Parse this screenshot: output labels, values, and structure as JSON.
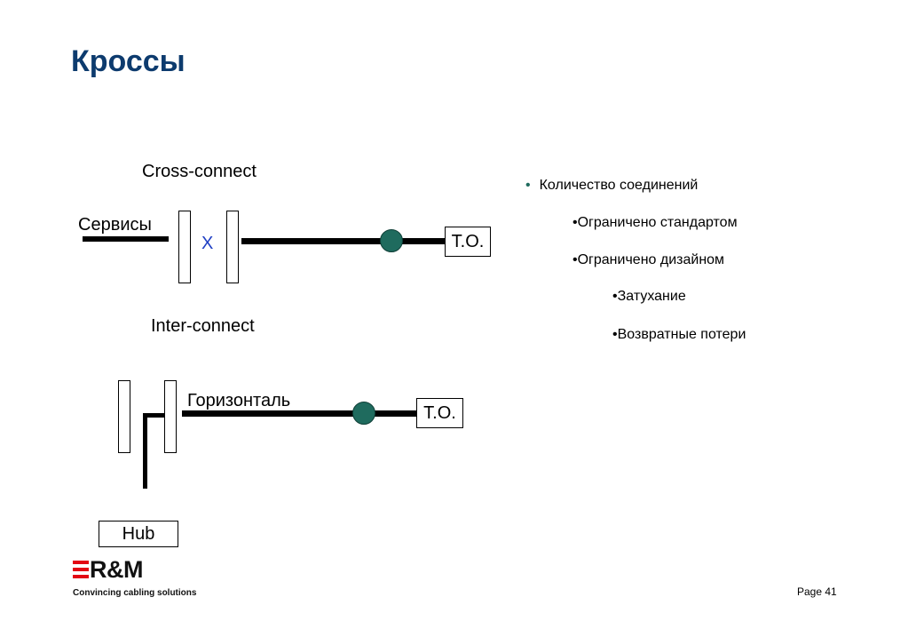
{
  "title": "Кроссы",
  "cross_connect": {
    "label": "Cross-connect",
    "services_label": "Сервисы",
    "cross_mark": "X",
    "outlet_label": "T.O."
  },
  "inter_connect": {
    "label": "Inter-connect",
    "horizontal_label": "Горизонталь",
    "outlet_label": "T.O.",
    "hub_label": "Hub"
  },
  "bullets": {
    "level1": [
      "Количество соединений"
    ],
    "level2": [
      "•Ограничено стандартом",
      "•Ограничено дизайном"
    ],
    "level3": [
      "•Затухание",
      "•Возвратные потери"
    ]
  },
  "footer": {
    "logo_text": "R&M",
    "tagline": "Convincing cabling solutions",
    "page_label": "Page 41"
  },
  "colors": {
    "title": "#0d3b6e",
    "node": "#1f6b5e",
    "cross_mark": "#1f3fc4",
    "logo_bars": "#e30613"
  }
}
